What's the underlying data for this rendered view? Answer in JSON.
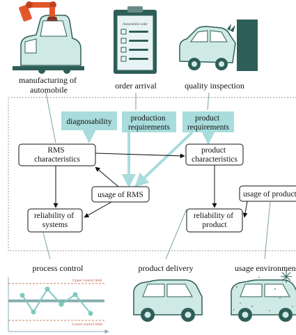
{
  "illustrations": [
    {
      "id": "manufacturing",
      "caption": "manufacturing of\nautomobile",
      "icon": "robot-arm-car-icon"
    },
    {
      "id": "order",
      "caption": "order arrival",
      "icon": "clipboard-order-icon",
      "clipboard_title": "Automobile order"
    },
    {
      "id": "quality",
      "caption": "quality inspection",
      "icon": "crashed-car-icon"
    },
    {
      "id": "process_control",
      "caption": "process control",
      "icon": "control-chart-icon",
      "upper_limit_label": "Upper control limit",
      "lower_limit_label": "Lower control limit"
    },
    {
      "id": "delivery",
      "caption": "product delivery",
      "icon": "delivered-car-icon"
    },
    {
      "id": "environment",
      "caption": "usage environment",
      "icon": "snowy-car-icon"
    }
  ],
  "input_boxes": [
    {
      "id": "diagnosability",
      "text": "diagnosability"
    },
    {
      "id": "production_req",
      "text": "production\nrequirements"
    },
    {
      "id": "product_req",
      "text": "product\nrequirements"
    }
  ],
  "nodes": [
    {
      "id": "rms_char",
      "text": "RMS\ncharacteristics"
    },
    {
      "id": "product_char",
      "text": "product\ncharacteristics"
    },
    {
      "id": "usage_rms",
      "text": "usage of RMS"
    },
    {
      "id": "usage_product",
      "text": "usage of product"
    },
    {
      "id": "rel_systems",
      "text": "reliability of\nsystems"
    },
    {
      "id": "rel_product",
      "text": "reliability of\nproduct"
    }
  ],
  "colors": {
    "teal": "#a9dcdc",
    "teal_dark": "#2e5e58",
    "car_body": "#cfe9e4",
    "robot_orange": "#e2572b",
    "frame": "#999999"
  }
}
